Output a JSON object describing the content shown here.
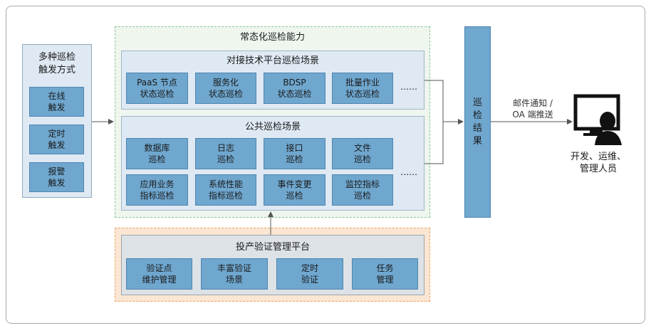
{
  "trigger": {
    "title": "多种巡检\n触发方式",
    "items": [
      "在线\n触发",
      "定时\n触发",
      "报警\n触发"
    ]
  },
  "normal": {
    "title": "常态化巡检能力",
    "tech": {
      "title": "对接技术平台巡检场景",
      "items": [
        "PaaS 节点\n状态巡检",
        "服务化\n状态巡检",
        "BDSP\n状态巡检",
        "批量作业\n状态巡检"
      ],
      "more": "……"
    },
    "public": {
      "title": "公共巡检场景",
      "row1": [
        "数据库\n巡检",
        "日志\n巡检",
        "接口\n巡检",
        "文件\n巡检"
      ],
      "row2": [
        "应用业务\n指标巡检",
        "系统性能\n指标巡检",
        "事件变更\n巡检",
        "监控指标\n巡检"
      ],
      "more": "……"
    }
  },
  "platform": {
    "title": "投产验证管理平台",
    "items": [
      "验证点\n维护管理",
      "丰富验证\n场景",
      "定时\n验证",
      "任务\n管理"
    ]
  },
  "result": {
    "label": "巡\n检\n结\n果"
  },
  "notify": {
    "label": "邮件通知 /\nOA 端推送"
  },
  "user": {
    "label": "开发、运维、\n管理人员",
    "icon": "user-monitor-icon"
  },
  "colors": {
    "box": "#6fa7cf",
    "panel": "#dfe9f3",
    "green_dash": "#8fc49a",
    "orange_dash": "#e8a86a",
    "orange_fill": "#fbe6d3"
  }
}
